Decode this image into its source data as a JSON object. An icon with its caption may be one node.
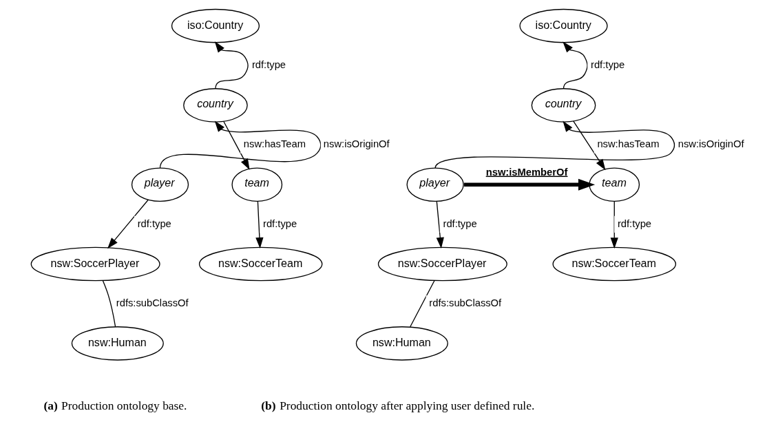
{
  "diagram": {
    "nodes": [
      {
        "text": [
          "iso:Country"
        ]
      },
      {
        "text": [
          "country"
        ]
      },
      {
        "text": [
          "player"
        ]
      },
      {
        "text": [
          "team"
        ]
      },
      {
        "text": [
          "nsw:SoccerPlayer"
        ]
      },
      {
        "text": [
          "nsw:SoccerTeam"
        ]
      },
      {
        "text": [
          "nsw:Human"
        ]
      },
      {
        "text": [
          "iso:Country"
        ]
      },
      {
        "text": [
          "country"
        ]
      },
      {
        "text": [
          "player"
        ]
      },
      {
        "text": [
          "team"
        ]
      },
      {
        "text": [
          "nsw:SoccerPlayer"
        ]
      },
      {
        "text": [
          "nsw:SoccerTeam"
        ]
      },
      {
        "text": [
          "nsw:Human"
        ]
      }
    ],
    "edges": [
      {
        "from": 1,
        "to": 0,
        "arrow": "to",
        "label": "rdf:type"
      },
      {
        "from": 2,
        "to": 1,
        "arrow": "to",
        "label": "nsw:isOriginOf"
      },
      {
        "from": 1,
        "to": 3,
        "arrow": "to",
        "label": "nsw:hasTeam"
      },
      {
        "from": 2,
        "to": 4,
        "arrow": "to",
        "label": "rdf:type"
      },
      {
        "from": 3,
        "to": 5,
        "arrow": "to",
        "label": "rdf:type"
      },
      {
        "from": 4,
        "to": 6,
        "arrow": "none",
        "label": "rdfs:subClassOf"
      },
      {
        "from": 8,
        "to": 7,
        "arrow": "to",
        "label": "rdf:type"
      },
      {
        "from": 9,
        "to": 8,
        "arrow": "to",
        "label": "nsw:isOriginOf"
      },
      {
        "from": 8,
        "to": 10,
        "arrow": "to",
        "label": "nsw:hasTeam"
      },
      {
        "from": 9,
        "to": 10,
        "arrow": "to",
        "label": "nsw:isMemberOf",
        "style": "thick"
      },
      {
        "from": 9,
        "to": 11,
        "arrow": "to",
        "label": "rdf:type"
      },
      {
        "from": 10,
        "to": 12,
        "arrow": "to",
        "label": "rdf:type"
      },
      {
        "from": 11,
        "to": 13,
        "arrow": "none",
        "label": "rdfs:subClassOf"
      }
    ],
    "labels": [
      "**(a)** Production ontology base.",
      "**(b)** Production ontology after applying user defined rule."
    ]
  }
}
